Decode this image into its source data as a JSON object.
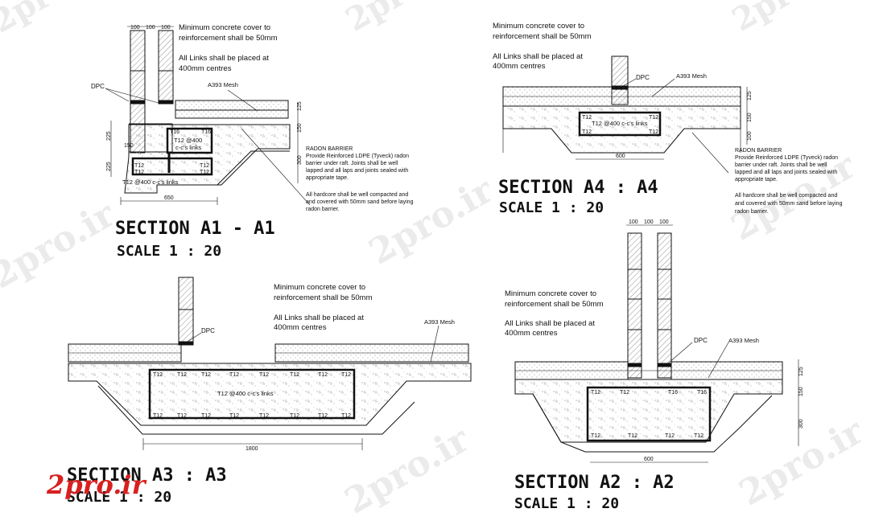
{
  "watermark": "2pro.ir",
  "logo": "2pro.ir",
  "sections": {
    "a1": {
      "title": "SECTION A1 - A1",
      "scale": "SCALE 1 : 20",
      "note_cover_1": "Minimum concrete cover to",
      "note_cover_2": "reinforcement shall be 50mm",
      "note_links_1": "All Links shall be placed at",
      "note_links_2": "400mm centres",
      "dpc": "DPC",
      "mesh": "A393 Mesh",
      "dim_top": [
        "100",
        "100",
        "100"
      ],
      "dim_right": [
        "125",
        "150",
        "300"
      ],
      "dim_left": [
        "225",
        "225"
      ],
      "dim_width": "650",
      "dim_dpc": "150",
      "bars": [
        "T16",
        "T16",
        "T12",
        "T12",
        "T12",
        "T12"
      ],
      "links_inner_1": "T12 @400",
      "links_inner_2": "c-c's links",
      "links_bottom": "T12 @400 c-c's links",
      "radon_1": "RADON BARRIER",
      "radon_2": "Provide Reinforced LDPE (Tyveck) radon",
      "radon_3": "barrier under raft. Joints shall be well",
      "radon_4": "lapped and all laps and joints sealed with",
      "radon_5": "appropriate tape.",
      "hardcore_1": "All hardcore shall be well compacted and",
      "hardcore_2": "and covered with 50mm  sand before laying",
      "hardcore_3": "radon barrier."
    },
    "a4": {
      "title": "SECTION A4 : A4",
      "scale": "SCALE 1 : 20",
      "note_cover_1": "Minimum concrete cover to",
      "note_cover_2": "reinforcement shall be 50mm",
      "note_links_1": "All Links shall be placed at",
      "note_links_2": "400mm centres",
      "dpc": "DPC",
      "mesh": "A393 Mesh",
      "dim_right": [
        "125",
        "150",
        "100"
      ],
      "dim_width": "600",
      "bars": [
        "T12",
        "T12",
        "T12",
        "T12"
      ],
      "links": "T12 @400 c-c's links",
      "radon_1": "RADON BARRIER",
      "radon_2": "Provide Reinforced LDPE (Tyveck) radon",
      "radon_3": "barrier under raft. Joints shall be well",
      "radon_4": "lapped and all laps and joints sealed with",
      "radon_5": "appropriate tape.",
      "hardcore_1": "All hardcore shall be well compacted and",
      "hardcore_2": "and covered with 50mm  sand before laying",
      "hardcore_3": "radon barrier."
    },
    "a3": {
      "title": "SECTION A3 : A3",
      "scale": "SCALE 1 : 20",
      "note_cover_1": "Minimum concrete cover to",
      "note_cover_2": "reinforcement shall be 50mm",
      "note_links_1": "All Links shall be placed at",
      "note_links_2": "400mm centres",
      "dpc": "DPC",
      "mesh": "A393 Mesh",
      "dim_width": "1800",
      "bars_top": [
        "T12",
        "T12",
        "T12",
        "T12",
        "T12",
        "T12",
        "T12",
        "T12"
      ],
      "bars_bottom": [
        "T12",
        "T12",
        "T12",
        "T12",
        "T12",
        "T12",
        "T12",
        "T12"
      ],
      "links": "T12 @400 c-c's links"
    },
    "a2": {
      "title": "SECTION A2 : A2",
      "scale": "SCALE 1 : 20",
      "note_cover_1": "Minimum concrete cover to",
      "note_cover_2": "reinforcement shall be 50mm",
      "note_links_1": "All Links shall be placed at",
      "note_links_2": "400mm centres",
      "dpc": "DPC",
      "mesh": "A393 Mesh",
      "dim_top": [
        "100",
        "100",
        "100"
      ],
      "dim_right": [
        "125",
        "150",
        "300"
      ],
      "dim_width": "600",
      "bars_top": [
        "T12",
        "T12",
        "T16",
        "T16"
      ],
      "bars_bottom": [
        "T12",
        "T12",
        "T12",
        "T12"
      ]
    }
  }
}
